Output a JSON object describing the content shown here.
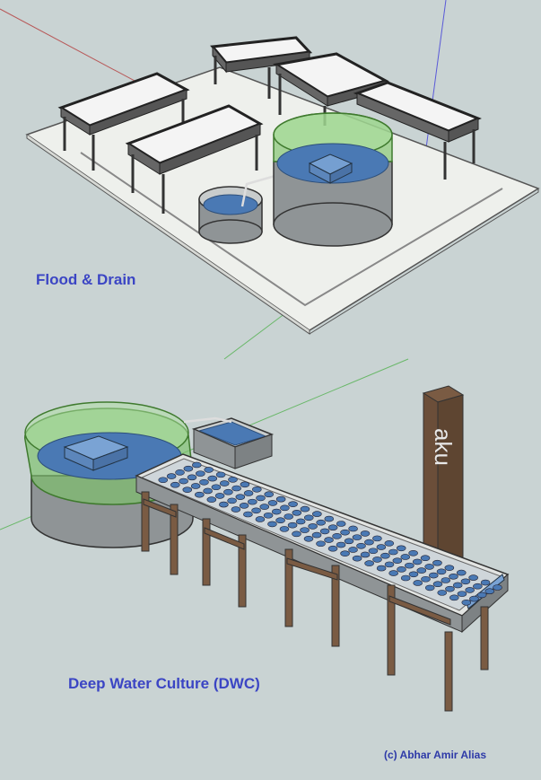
{
  "captions": {
    "flood_drain": "Flood & Drain",
    "dwc": "Deep Water Culture (DWC)"
  },
  "sign_text": "aku",
  "credit": "(c) Abhar Amir Alias",
  "colors": {
    "background": "#c9d3d3",
    "caption": "#3b45c4",
    "credit": "#2e3aa8",
    "water": "#4a79b4",
    "net": "#7dc26a",
    "tank": "#8f9496",
    "base_plate": "#eef0ec",
    "wood": "#7a5b43"
  }
}
